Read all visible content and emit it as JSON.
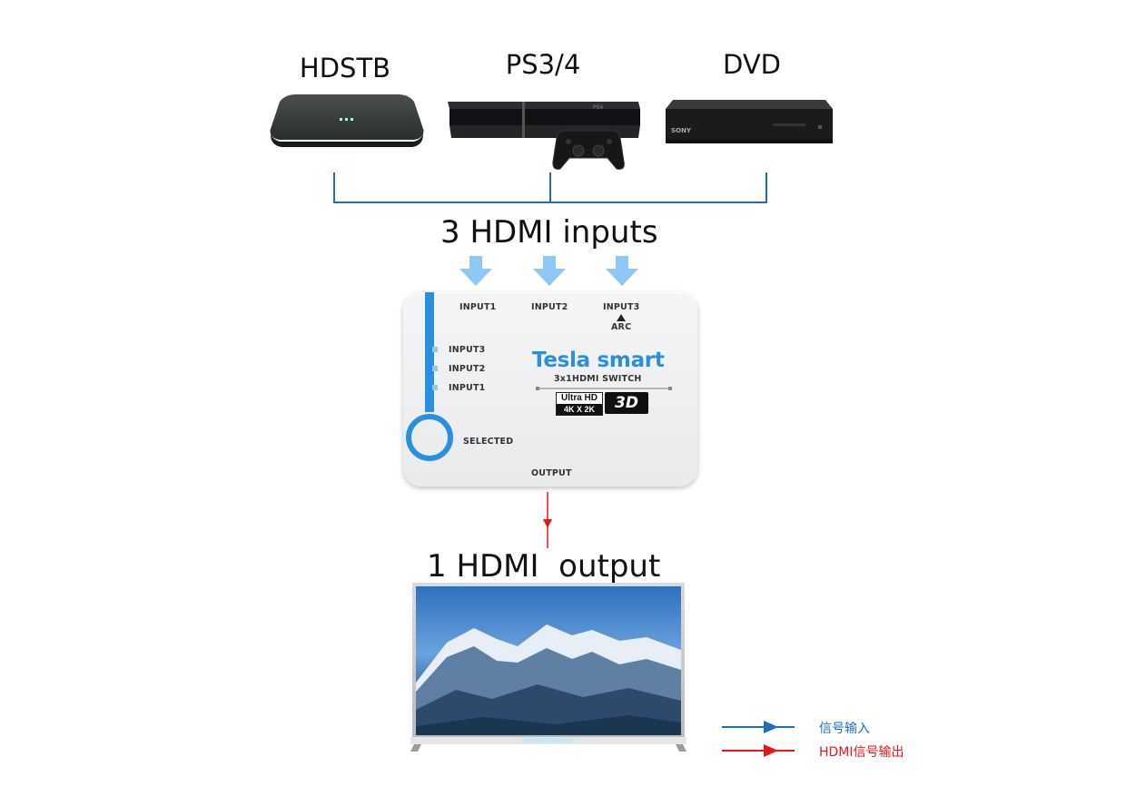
{
  "sources": [
    {
      "label": "HDSTB",
      "icon": "set-top-box-icon"
    },
    {
      "label": "PS3/4",
      "icon": "game-console-icon",
      "brand": "PS4"
    },
    {
      "label": "DVD",
      "icon": "dvd-player-icon",
      "brand": "SONY"
    }
  ],
  "inputs_caption": "3 HDMI inputs",
  "switch": {
    "port_labels": [
      "INPUT1",
      "INPUT2",
      "INPUT3"
    ],
    "arc_label": "ARC",
    "led_labels": [
      "INPUT3",
      "INPUT2",
      "INPUT1"
    ],
    "selected_label": "SELECTED",
    "output_label": "OUTPUT",
    "brand": "Tesla smart",
    "model": "3x1HDMI SWITCH",
    "badge_uhd_top": "Ultra HD",
    "badge_uhd_bottom": "4K X 2K",
    "badge_3d": "3D"
  },
  "output_caption": "1 HDMI  output",
  "legend": [
    {
      "label": "信号输入",
      "color": "#1a6fc0"
    },
    {
      "label": "HDMI信号输出",
      "color": "#e8161b"
    }
  ],
  "colors": {
    "connector": "#1a6fc0",
    "input_arrow": "#8ec8f4",
    "output_arrow": "#e8161b",
    "switch_accent": "#2b8fe0"
  }
}
